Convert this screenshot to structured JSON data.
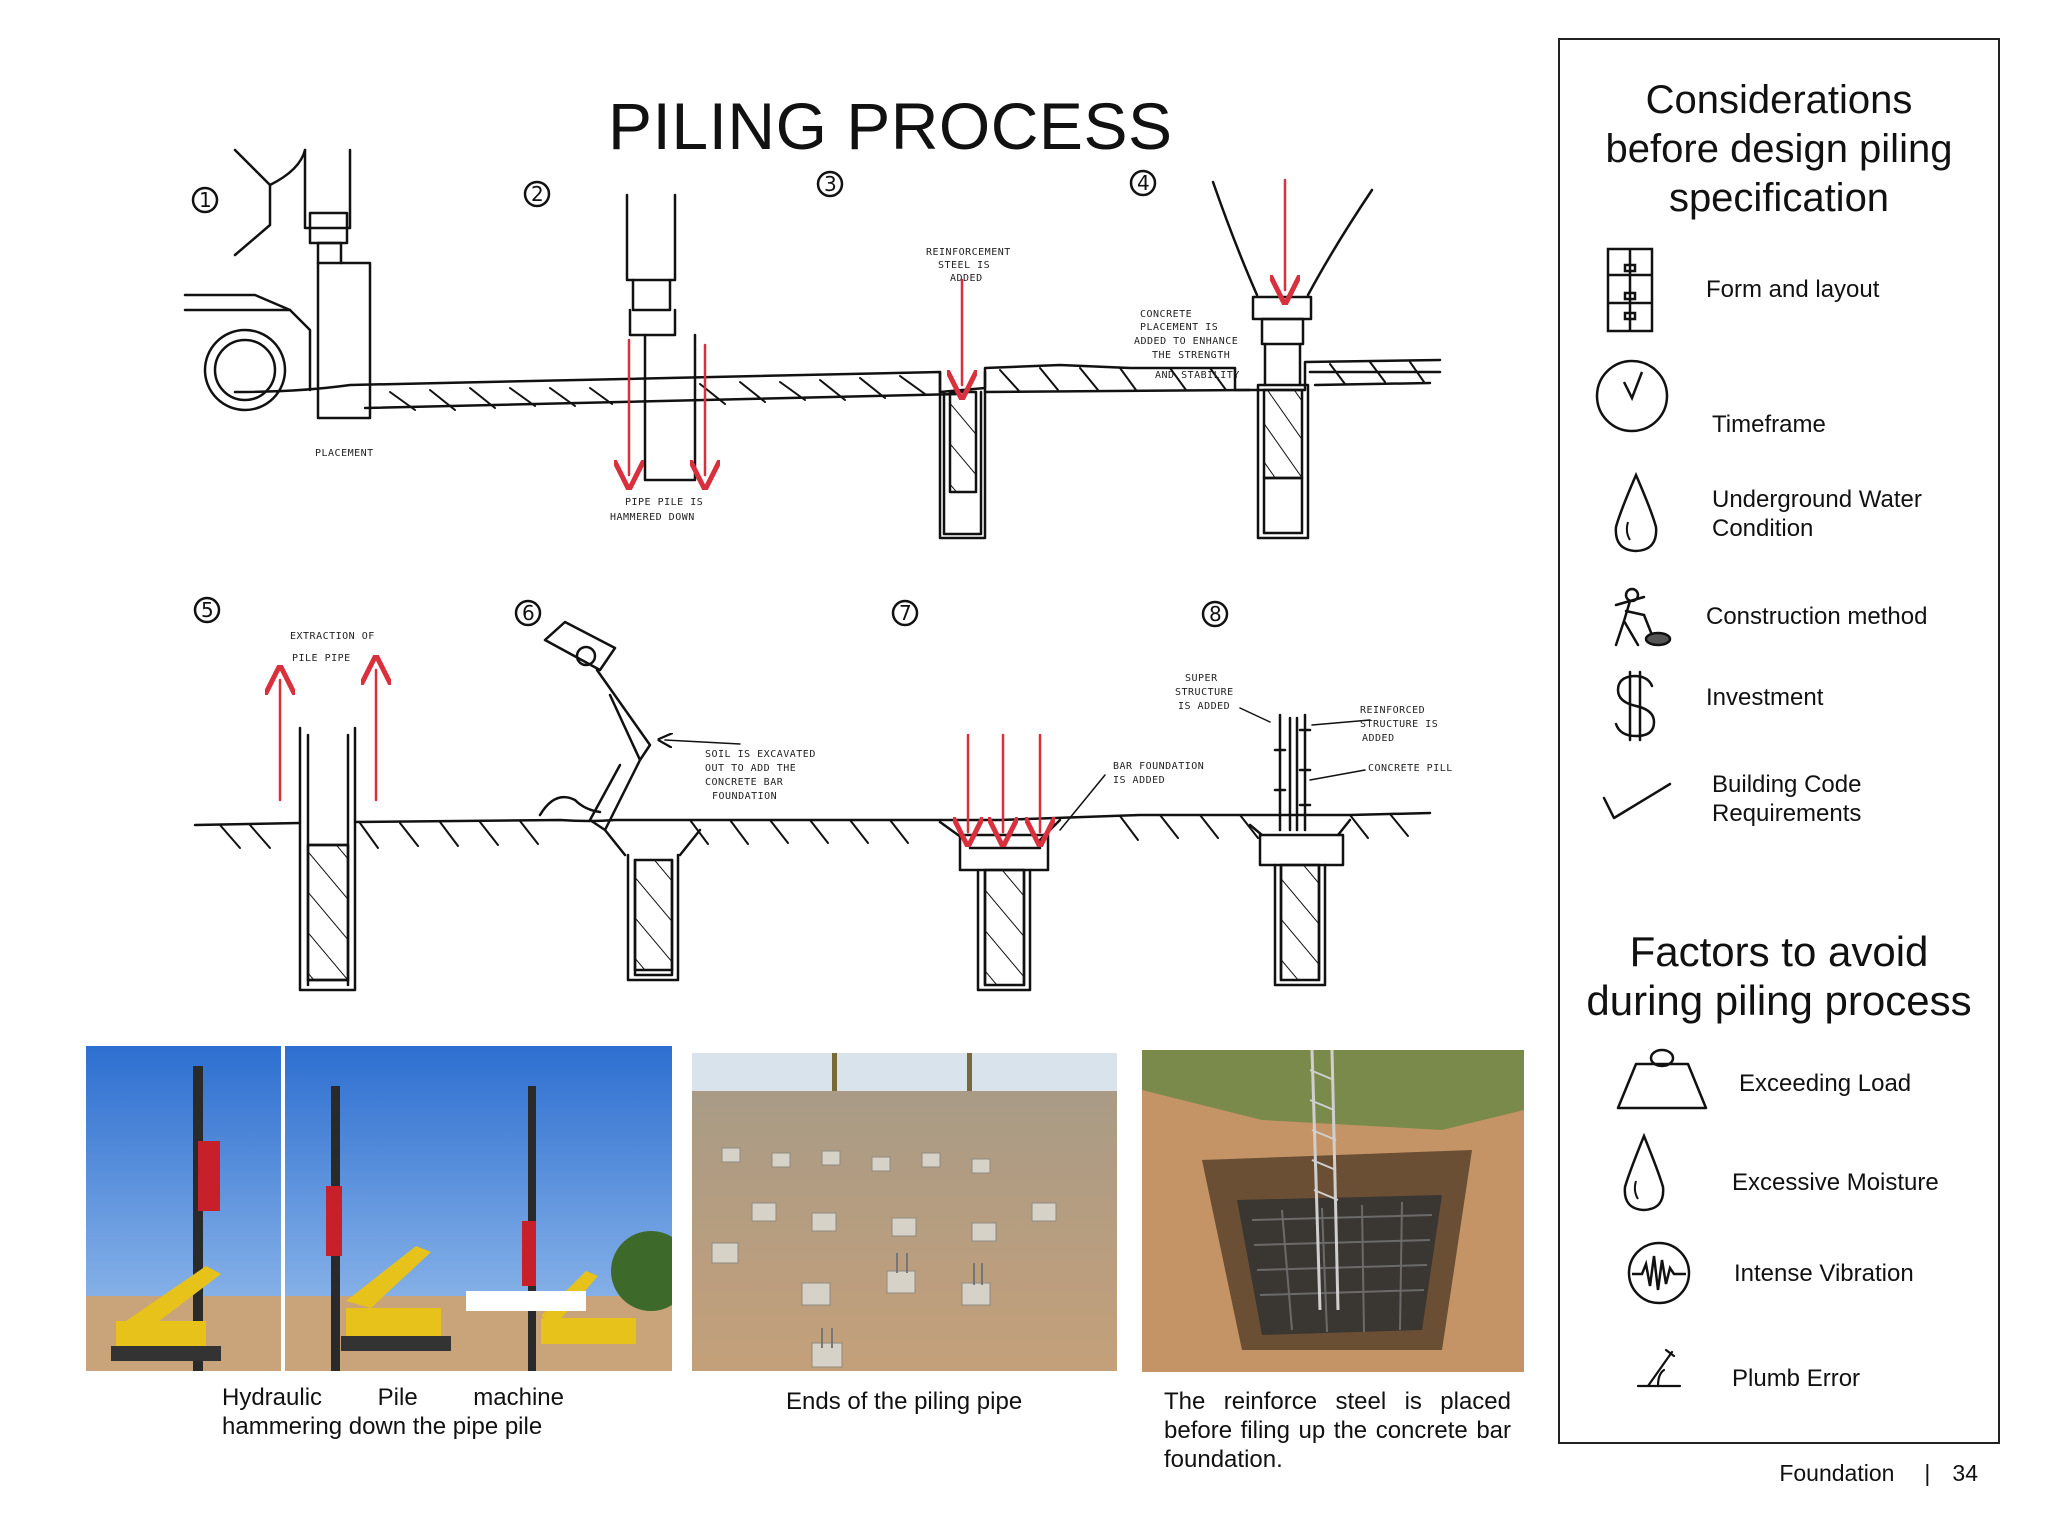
{
  "title": "PILING PROCESS",
  "diagram": {
    "steps": [
      "1",
      "2",
      "3",
      "4",
      "5",
      "6",
      "7",
      "8"
    ],
    "annotations": {
      "placement": "PLACEMENT",
      "pipe_pile_line1": "PIPE PILE IS",
      "pipe_pile_line2": "HAMMERED DOWN",
      "reinforcement_line1": "REINFORCEMENT",
      "reinforcement_line2": "STEEL IS",
      "reinforcement_line3": "ADDED",
      "concrete_line1": "CONCRETE",
      "concrete_line2": "PLACEMENT IS",
      "concrete_line3": "ADDED TO ENHANCE",
      "concrete_line4": "THE STRENGTH",
      "concrete_line5": "AND STABILITY",
      "extraction_line1": "EXTRACTION OF",
      "extraction_line2": "PILE PIPE",
      "soil_line1": "SOIL IS EXCAVATED",
      "soil_line2": "OUT TO ADD THE",
      "soil_line3": "CONCRETE BAR",
      "soil_line4": "FOUNDATION",
      "bar_line1": "BAR FOUNDATION",
      "bar_line2": "IS ADDED",
      "super_line1": "SUPER",
      "super_line2": "STRUCTURE",
      "super_line3": "IS ADDED",
      "reinf_struct_line1": "REINFORCED",
      "reinf_struct_line2": "STRUCTURE IS",
      "reinf_struct_line3": "ADDED",
      "concrete_pill": "CONCRETE PILL"
    }
  },
  "photos": [
    {
      "caption": "Hydraulic Pile machine hammering down the pipe pile",
      "caption_line1": "Hydraulic Pile machine",
      "caption_line2": "hammering down the pipe pile"
    },
    {
      "caption": "Ends of the piling pipe"
    },
    {
      "caption": "The reinforce steel is placed before filing up the concrete bar foundation.",
      "caption_line1": "The reinforce steel is placed",
      "caption_line2": "before filing up the concrete bar",
      "caption_line3": "foundation."
    }
  ],
  "panel": {
    "considerations_heading_line1": "Considerations",
    "considerations_heading_line2": "before design piling",
    "considerations_heading_line3": "specification",
    "considerations": [
      {
        "icon": "form-layout-icon",
        "label": "Form and layout"
      },
      {
        "icon": "clock-icon",
        "label": "Timeframe"
      },
      {
        "icon": "water-drop-icon",
        "label": "Underground Water Condition",
        "label_line1": "Underground Water",
        "label_line2": "Condition"
      },
      {
        "icon": "digging-worker-icon",
        "label": "Construction method"
      },
      {
        "icon": "dollar-icon",
        "label": "Investment"
      },
      {
        "icon": "checkmark-icon",
        "label": "Building Code Requirements",
        "label_line1": "Building Code",
        "label_line2": "Requirements"
      }
    ],
    "factors_heading_line1": "Factors to avoid",
    "factors_heading_line2": "during piling process",
    "factors": [
      {
        "icon": "weight-icon",
        "label": "Exceeding Load"
      },
      {
        "icon": "moisture-drop-icon",
        "label": "Excessive Moisture"
      },
      {
        "icon": "vibration-icon",
        "label": "Intense Vibration"
      },
      {
        "icon": "plumb-icon",
        "label": "Plumb Error"
      }
    ]
  },
  "footer": {
    "section": "Foundation",
    "separator": "|",
    "page": "34"
  },
  "colors": {
    "arrow": "#d9303e",
    "ink": "#111111",
    "pile_red": "#c8202a",
    "excavator": "#e6c21a",
    "sky": "#3f7fd6",
    "soil": "#b39068"
  }
}
